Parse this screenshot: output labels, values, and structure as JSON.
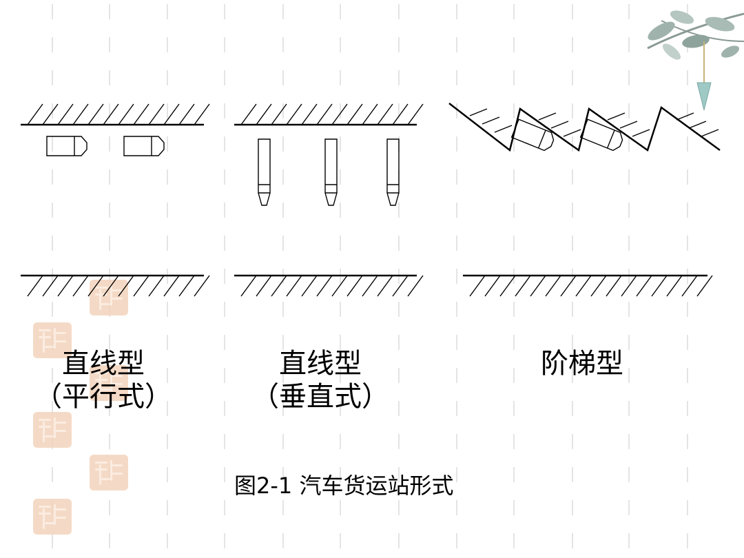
{
  "panels": [
    {
      "name": "linear-parallel",
      "title": "直线型",
      "subtitle": "（平行式）"
    },
    {
      "name": "linear-perpendicular",
      "title": "直线型",
      "subtitle": "（垂直式）"
    },
    {
      "name": "stepped",
      "title": "阶梯型",
      "subtitle": ""
    }
  ],
  "caption": "图2-1  汽车货运站形式",
  "colors": {
    "ink": "#000000",
    "background": "#ffffff",
    "dash": "#e4e4e4",
    "seal": "#f3d4bd"
  },
  "decorations": {
    "corner": "leaf-branch-ornament",
    "seals": "red-seal-stamp-pattern"
  }
}
